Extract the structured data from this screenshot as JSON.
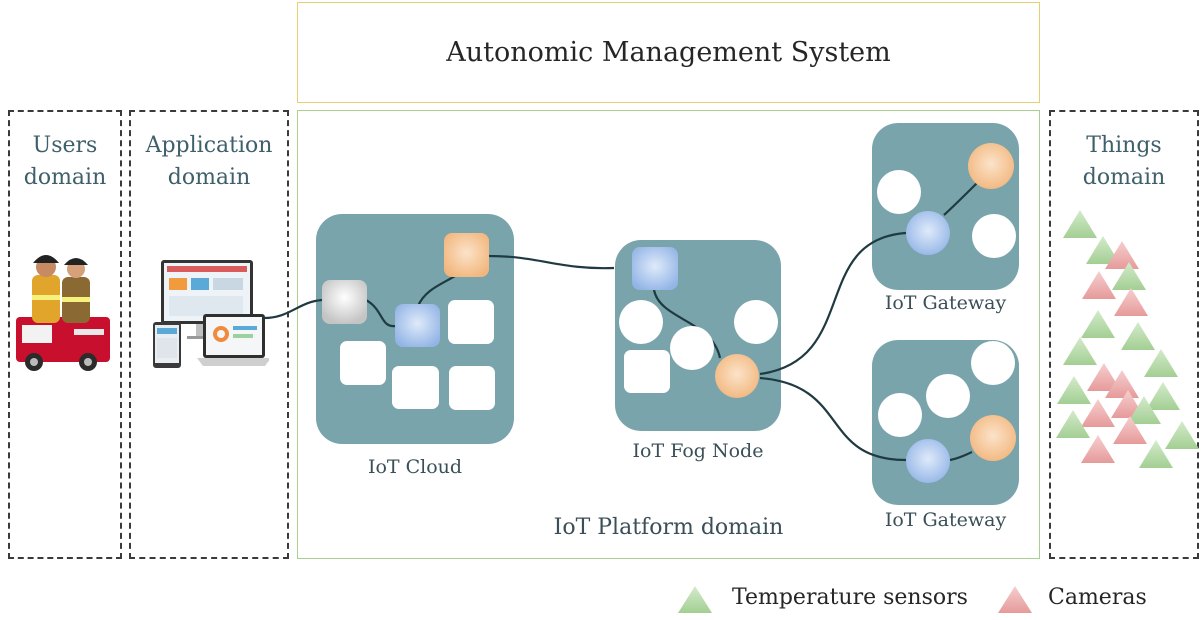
{
  "title": "Autonomic Management System",
  "domains": {
    "users": "Users domain",
    "application": "Application domain",
    "things": "Things domain",
    "platform": "IoT Platform domain"
  },
  "users_title_lines": [
    "Users",
    "domain"
  ],
  "application_title_lines": [
    "Application",
    "domain"
  ],
  "things_title_lines": [
    "Things",
    "domain"
  ],
  "nodes": {
    "cloud": "IoT Cloud",
    "fog": "IoT Fog Node",
    "gateway_top": "IoT Gateway",
    "gateway_bottom": "IoT Gateway"
  },
  "legend": {
    "temperature": "Temperature sensors",
    "cameras": "Cameras"
  },
  "colors": {
    "node_fill": "#7aa4ab",
    "temperature_green": "#a9d19a",
    "camera_red": "#e8a1a1",
    "orange": "#f5c79b",
    "blue": "#a9c5ec",
    "ams_border": "#e8cf72",
    "platform_border": "#a9cf91"
  }
}
